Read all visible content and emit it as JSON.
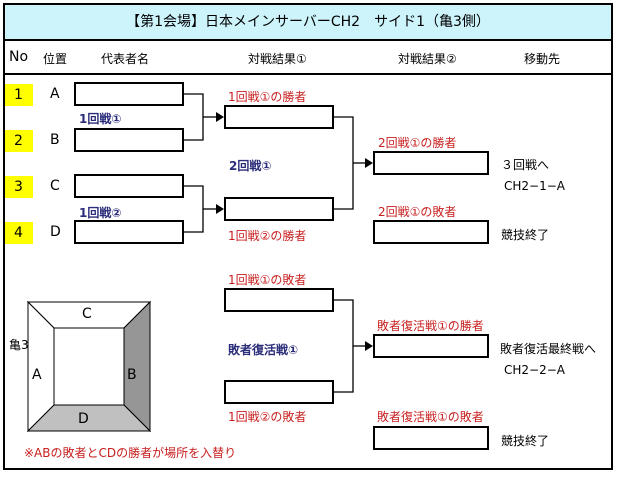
{
  "title": "【第1会場】日本メインサーバーCH2　サイド1（亀3側）",
  "header": {
    "no": "No",
    "position": "位置",
    "representative": "代表者名",
    "result1": "対戦結果①",
    "result2": "対戦結果②",
    "destination": "移動先"
  },
  "entries": [
    {
      "no": "1",
      "position": "A"
    },
    {
      "no": "2",
      "position": "B"
    },
    {
      "no": "3",
      "position": "C"
    },
    {
      "no": "4",
      "position": "D"
    }
  ],
  "round1": {
    "match1_label": "1回戦①",
    "match2_label": "1回戦②",
    "winner1_label": "1回戦①の勝者",
    "winner2_label": "1回戦②の勝者"
  },
  "round2": {
    "match_label": "2回戦①",
    "winner_label": "2回戦①の勝者",
    "loser_label": "2回戦①の敗者",
    "winner_dest_line1": "３回戦へ",
    "winner_dest_line2": "CH2−1−A",
    "loser_dest": "競技終了"
  },
  "repechage": {
    "loser1_label": "1回戦①の敗者",
    "loser2_label": "1回戦②の敗者",
    "match_label": "敗者復活戦①",
    "winner_label": "敗者復活戦①の勝者",
    "loser_label": "敗者復活戦①の敗者",
    "winner_dest_line1": "敗者復活最終戦へ",
    "winner_dest_line2": "CH2−2−A",
    "loser_dest": "競技終了"
  },
  "venue_map": {
    "side_label": "亀3",
    "top": "C",
    "left": "A",
    "right": "B",
    "bottom": "D",
    "colors": {
      "right": "#969696",
      "bottom": "#c0c0c0",
      "top": "#ffffff",
      "left": "#ffffff"
    }
  },
  "note": "※ABの敗者とCDの勝者が場所を入替り",
  "colors": {
    "title_bg": "#cdf3fb",
    "number_bg": "#ffff00",
    "label_red": "#c81e1e",
    "label_navy": "#2b2d7a"
  }
}
